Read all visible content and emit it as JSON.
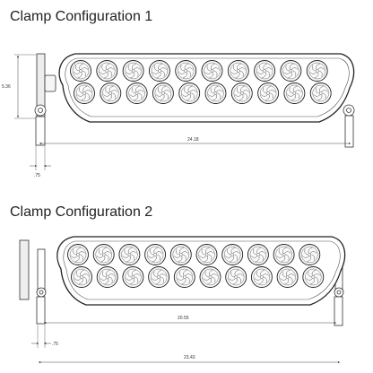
{
  "config1": {
    "title": "Clamp Configuration 1",
    "dims": {
      "height": "5.36",
      "length": "24.18",
      "offset": ".75"
    }
  },
  "config2": {
    "title": "Clamp Configuration 2",
    "dims": {
      "inner": "20.55",
      "length": "23.43",
      "offset": ".75"
    }
  },
  "lights_per_row": 10,
  "rows": 2
}
